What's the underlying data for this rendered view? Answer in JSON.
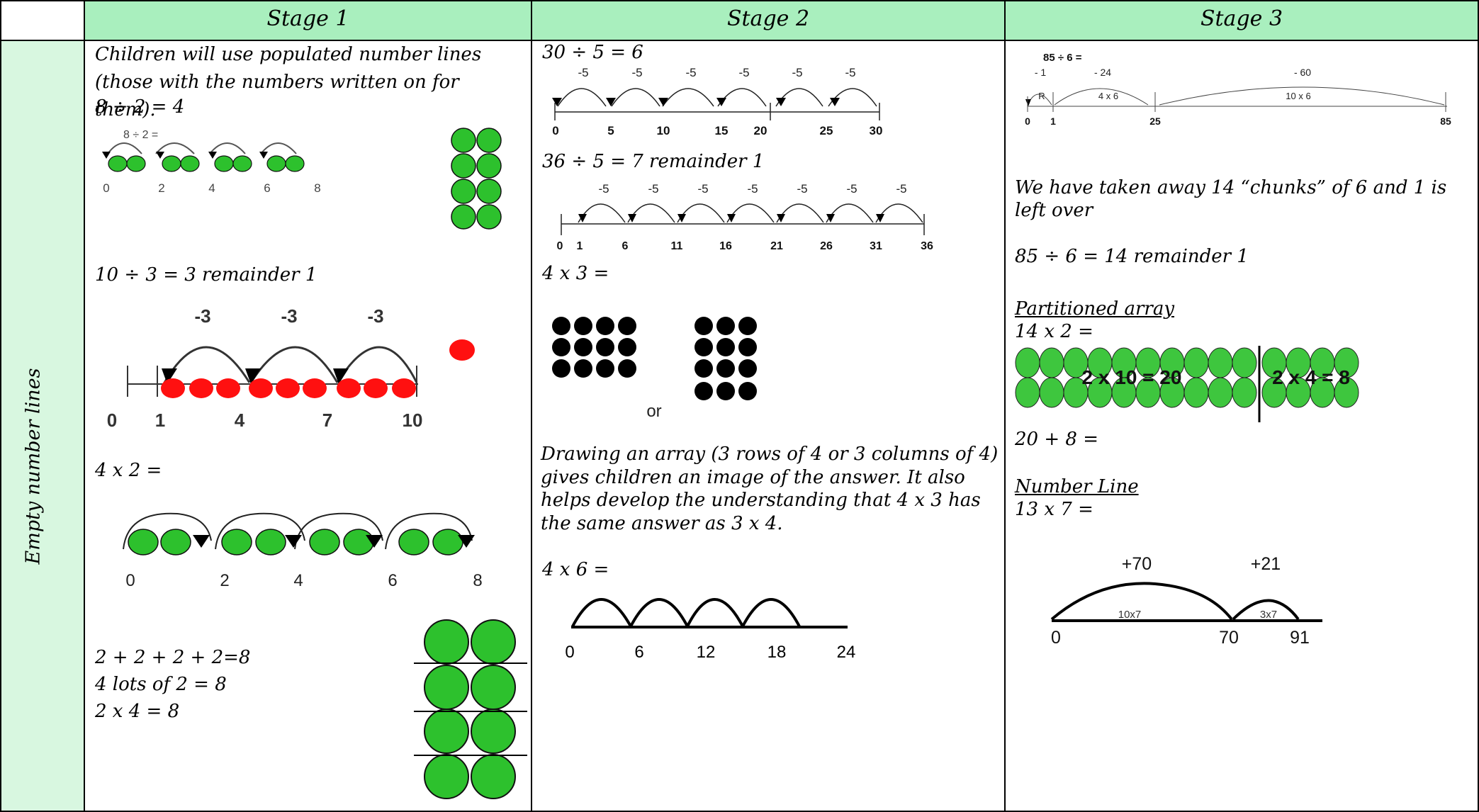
{
  "headers": {
    "stage1": "Stage 1",
    "stage2": "Stage 2",
    "stage3": "Stage 3"
  },
  "row_label": "Empty number lines",
  "stage1": {
    "intro": "Children will use populated number lines (those with the numbers written on for them).",
    "eq1": "8 ÷ 2 = 4",
    "nl1": {
      "caption": "8 ÷ 2 =",
      "ticks": [
        "0",
        "2",
        "4",
        "6",
        "8"
      ]
    },
    "eq2": "10 ÷ 3 = 3 remainder 1",
    "nl2": {
      "jumps": [
        "-3",
        "-3",
        "-3"
      ],
      "ticks": [
        "0",
        "1",
        "4",
        "7",
        "10"
      ]
    },
    "eq3": "4 x 2 =",
    "nl3": {
      "ticks": [
        "0",
        "2",
        "4",
        "6",
        "8"
      ]
    },
    "rep1": "2 + 2 + 2 + 2=8",
    "rep2": "4 lots of 2 = 8",
    "rep3": "2 x 4 = 8"
  },
  "stage2": {
    "eq1": "30 ÷ 5 = 6",
    "nl1": {
      "jumps": [
        "-5",
        "-5",
        "-5",
        "-5",
        "-5",
        "-5"
      ],
      "ticks": [
        "0",
        "5",
        "10",
        "15",
        "20",
        "25",
        "30"
      ]
    },
    "eq2": "36 ÷ 5 = 7 remainder 1",
    "nl2": {
      "jumps": [
        "-5",
        "-5",
        "-5",
        "-5",
        "-5",
        "-5",
        "-5"
      ],
      "ticks": [
        "0",
        "1",
        "6",
        "11",
        "16",
        "21",
        "26",
        "31",
        "36"
      ]
    },
    "eq3": "4 x 3 =",
    "or_label": "or",
    "explanation": "Drawing an array (3 rows of 4 or 3 columns of 4) gives children an image of the answer. It also helps develop the understanding that 4 x 3 has the same answer as 3 x 4.",
    "eq4": "4 x 6 =",
    "nl3": {
      "ticks": [
        "0",
        "6",
        "12",
        "18",
        "24"
      ]
    }
  },
  "stage3": {
    "chunk": {
      "eq": "85 ÷ 6 =",
      "jumps": [
        "- 1",
        "- 24",
        "- 60"
      ],
      "inner": [
        "R",
        "4 x 6",
        "10 x 6"
      ],
      "ticks": [
        "0",
        "1",
        "25",
        "85"
      ]
    },
    "note": "We have taken away 14 “chunks” of 6 and 1 is left over",
    "result": "85 ÷ 6 = 14 remainder 1",
    "pa_title": "Partitioned array",
    "pa_eq": "14 x 2 =",
    "pa_left": "2 x 10 = 20",
    "pa_right": "2 x 4 = 8",
    "pa_sum": "20 + 8 =",
    "nl_title": "Number Line",
    "nl_eq": "13 x 7 =",
    "nl": {
      "jumps": [
        "+70",
        "+21"
      ],
      "inner": [
        "10x7",
        "3x7"
      ],
      "ticks": [
        "0",
        "70",
        "91"
      ]
    }
  },
  "colors": {
    "header_bg": "#a9efbe",
    "side_bg": "#d8f7e0",
    "counter_green": "#2dc12d",
    "counter_red": "#ff0000"
  }
}
